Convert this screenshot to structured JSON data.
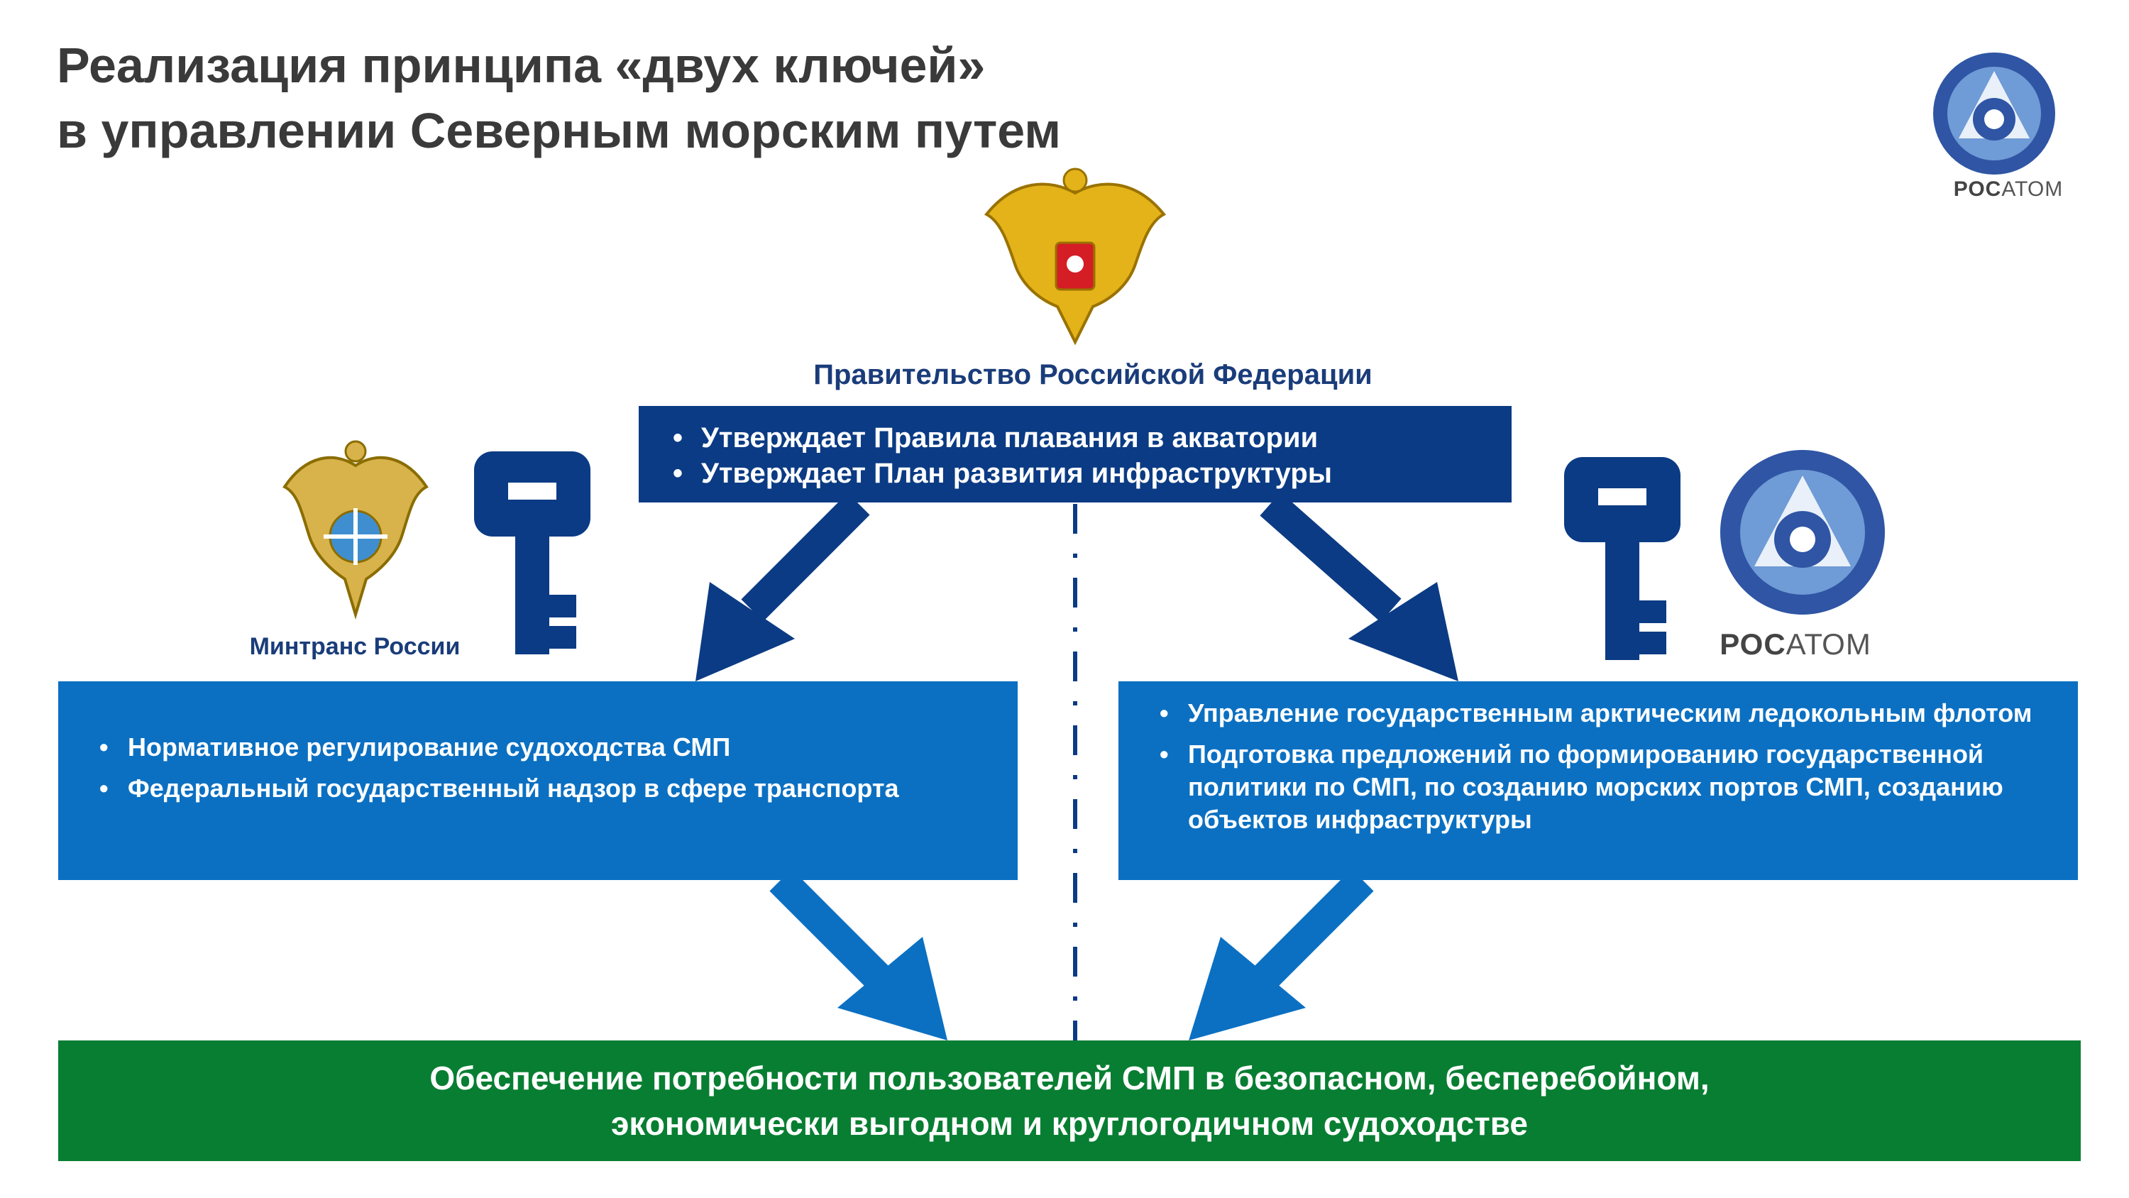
{
  "title": {
    "line1": "Реализация принципа «двух ключей»",
    "line2": "в управлении Северным морским путем"
  },
  "government": {
    "label": "Правительство Российской Федерации",
    "items": [
      "Утверждает Правила плавания в акватории",
      "Утверждает План развития инфраструктуры"
    ]
  },
  "mintrans": {
    "label": "Минтранс России",
    "items": [
      "Нормативное регулирование судоходства СМП",
      "Федеральный государственный надзор в сфере транспорта"
    ]
  },
  "rosatom": {
    "logo_bold": "РОС",
    "logo_light": "АТОМ",
    "items": [
      "Управление государственным арктическим ледокольным флотом",
      "Подготовка предложений по формированию государственной политики по СМП, по созданию морских портов СМП, созданию объектов инфраструктуры"
    ]
  },
  "outcome": {
    "line1": "Обеспечение потребности пользователей СМП в безопасном, бесперебойном,",
    "line2": "экономически выгодном и круглогодичном судоходстве"
  },
  "icons": {
    "emblem": "russian-coat-of-arms-icon",
    "mintrans_emblem": "mintrans-emblem-icon",
    "key": "key-icon",
    "rosatom": "rosatom-logo-icon"
  },
  "colors": {
    "navy": "#0b3b84",
    "blue": "#0b70c2",
    "green": "#087e32",
    "arrow_dark": "#0b3b84",
    "arrow_light": "#0b70c2"
  }
}
